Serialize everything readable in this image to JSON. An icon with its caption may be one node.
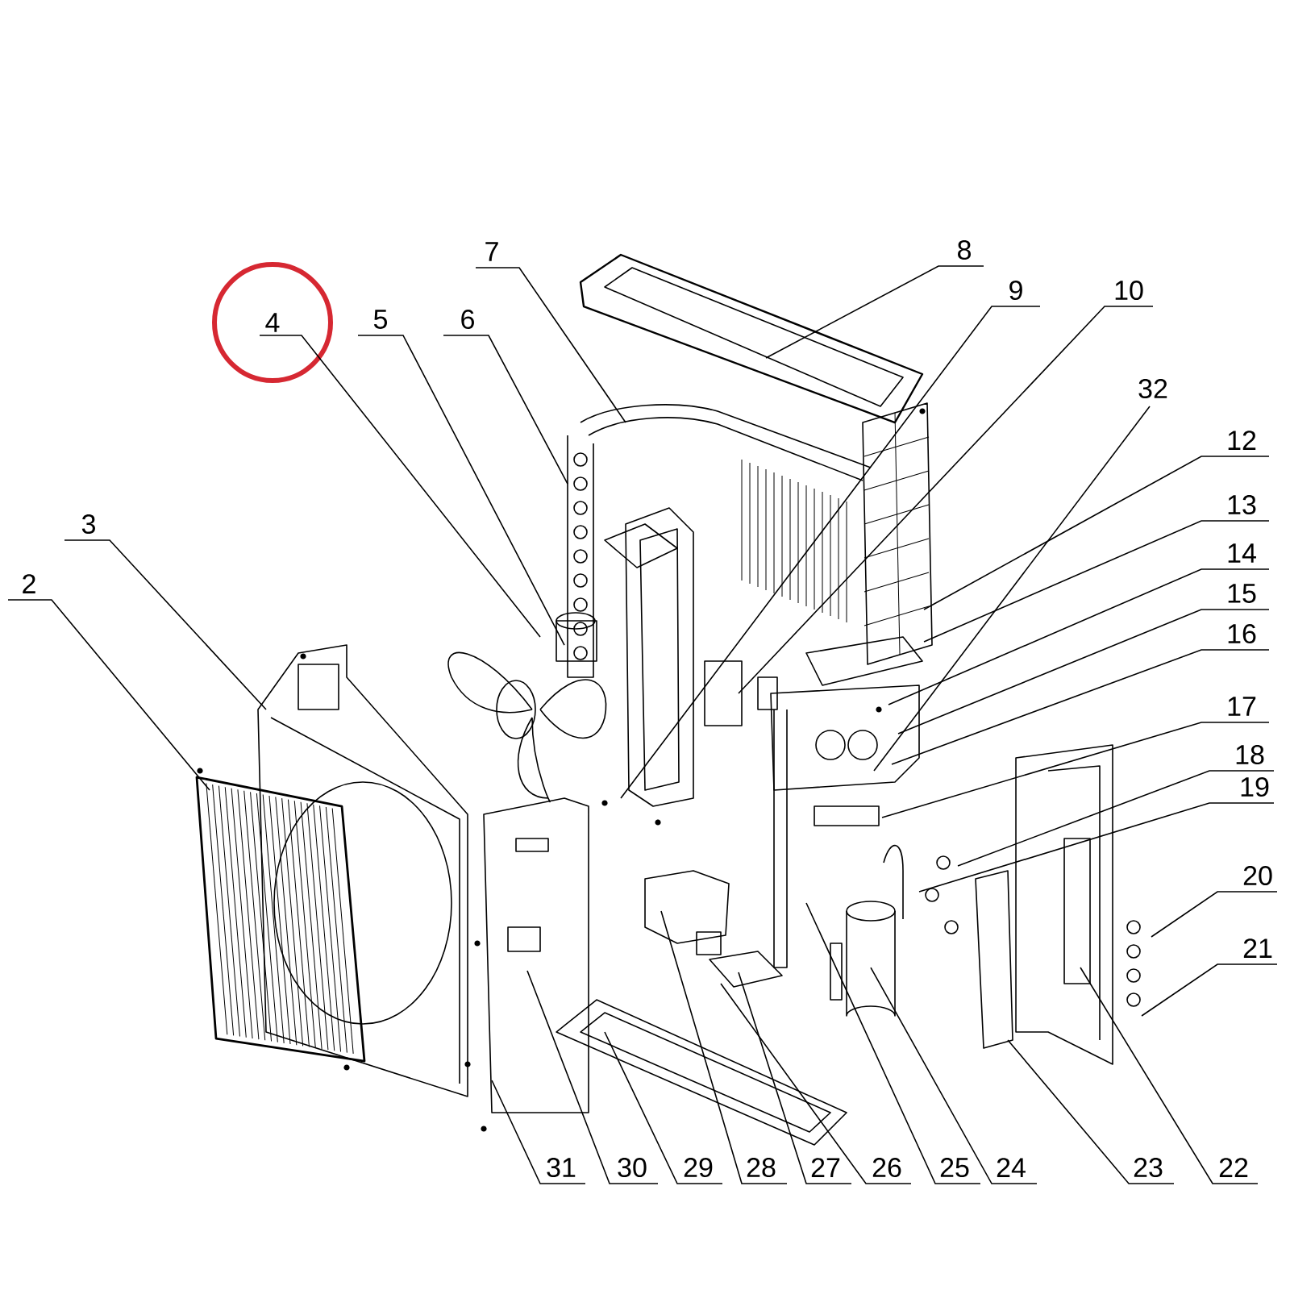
{
  "diagram": {
    "nodes": [
      {
        "text": [
          "2"
        ]
      },
      {
        "text": [
          "3"
        ]
      },
      {
        "text": [
          "4"
        ]
      },
      {
        "text": [
          "5"
        ]
      },
      {
        "text": [
          "6"
        ]
      },
      {
        "text": [
          "7"
        ]
      },
      {
        "text": [
          "8"
        ]
      },
      {
        "text": [
          "9"
        ]
      },
      {
        "text": [
          "10"
        ]
      },
      {
        "text": [
          "32"
        ]
      },
      {
        "text": [
          "12"
        ]
      },
      {
        "text": [
          "13"
        ]
      },
      {
        "text": [
          "14"
        ]
      },
      {
        "text": [
          "15"
        ]
      },
      {
        "text": [
          "16"
        ]
      },
      {
        "text": [
          "17"
        ]
      },
      {
        "text": [
          "18"
        ]
      },
      {
        "text": [
          "19"
        ]
      },
      {
        "text": [
          "20"
        ]
      },
      {
        "text": [
          "21"
        ]
      },
      {
        "text": [
          "31"
        ]
      },
      {
        "text": [
          "30"
        ]
      },
      {
        "text": [
          "29"
        ]
      },
      {
        "text": [
          "28"
        ]
      },
      {
        "text": [
          "27"
        ]
      },
      {
        "text": [
          "26"
        ]
      },
      {
        "text": [
          "25"
        ]
      },
      {
        "text": [
          "24"
        ]
      },
      {
        "text": [
          "23"
        ]
      },
      {
        "text": [
          "22"
        ]
      }
    ],
    "edges": [
      {
        "from": 0,
        "to": null,
        "arrow": "none"
      },
      {
        "from": 1,
        "to": null,
        "arrow": "none"
      },
      {
        "from": 2,
        "to": null,
        "arrow": "none"
      },
      {
        "from": 3,
        "to": null,
        "arrow": "none"
      },
      {
        "from": 4,
        "to": null,
        "arrow": "none"
      },
      {
        "from": 5,
        "to": null,
        "arrow": "none"
      },
      {
        "from": 6,
        "to": null,
        "arrow": "none"
      },
      {
        "from": 7,
        "to": null,
        "arrow": "none"
      },
      {
        "from": 8,
        "to": null,
        "arrow": "none"
      },
      {
        "from": 9,
        "to": null,
        "arrow": "none"
      },
      {
        "from": 10,
        "to": null,
        "arrow": "none"
      },
      {
        "from": 11,
        "to": null,
        "arrow": "none"
      },
      {
        "from": 12,
        "to": null,
        "arrow": "none"
      },
      {
        "from": 13,
        "to": null,
        "arrow": "none"
      },
      {
        "from": 14,
        "to": null,
        "arrow": "none"
      },
      {
        "from": 15,
        "to": null,
        "arrow": "none"
      },
      {
        "from": 16,
        "to": null,
        "arrow": "none"
      },
      {
        "from": 17,
        "to": null,
        "arrow": "none"
      },
      {
        "from": 18,
        "to": null,
        "arrow": "none"
      },
      {
        "from": 19,
        "to": null,
        "arrow": "none"
      },
      {
        "from": 20,
        "to": null,
        "arrow": "none"
      },
      {
        "from": 21,
        "to": null,
        "arrow": "none"
      },
      {
        "from": 22,
        "to": null,
        "arrow": "none"
      },
      {
        "from": 23,
        "to": null,
        "arrow": "none"
      },
      {
        "from": 24,
        "to": null,
        "arrow": "none"
      },
      {
        "from": 25,
        "to": null,
        "arrow": "none"
      },
      {
        "from": 26,
        "to": null,
        "arrow": "none"
      },
      {
        "from": 27,
        "to": null,
        "arrow": "none"
      },
      {
        "from": 28,
        "to": null,
        "arrow": "none"
      },
      {
        "from": 29,
        "to": null,
        "arrow": "none"
      }
    ]
  }
}
